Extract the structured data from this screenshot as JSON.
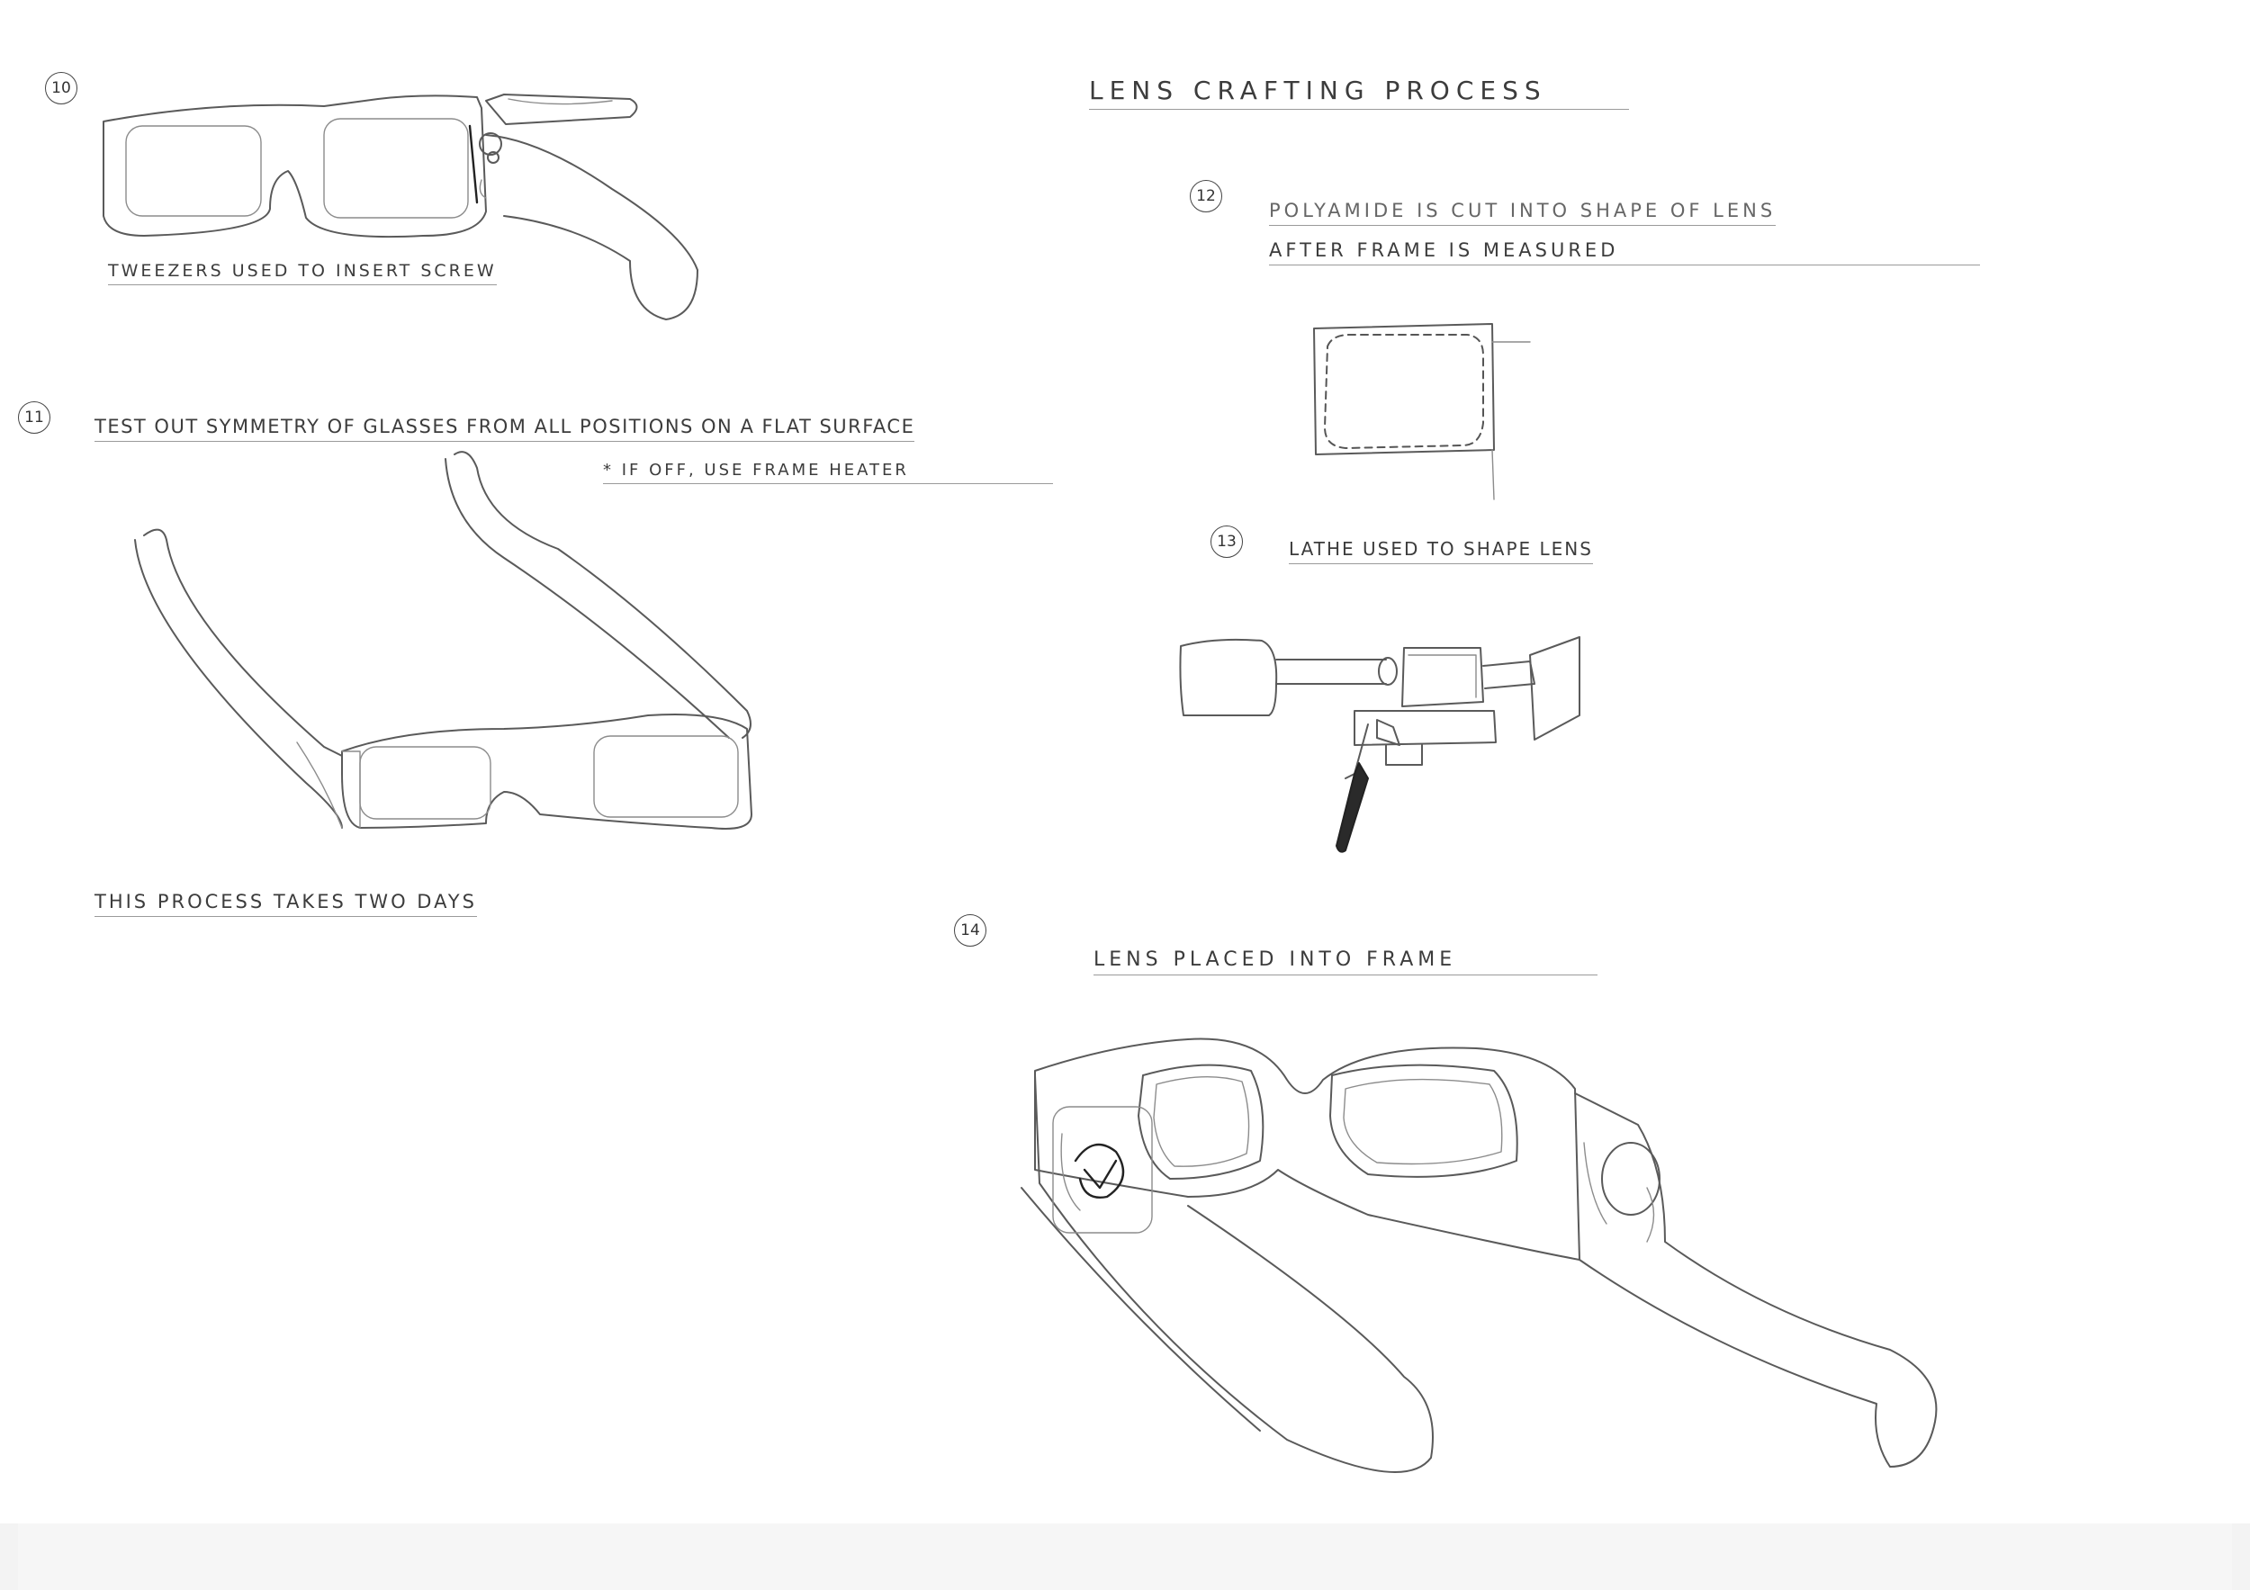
{
  "page": {
    "steps": [
      {
        "number": "10",
        "caption": "TWEEZERS USED TO INSERT SCREW"
      },
      {
        "number": "11",
        "caption": "TEST OUT SYMMETRY OF GLASSES FROM ALL POSITIONS ON A FLAT SURFACE",
        "note": "* IF OFF, USE FRAME HEATER",
        "footer": "THIS PROCESS TAKES TWO DAYS"
      },
      {
        "number": "12",
        "caption_line1": "POLYAMIDE IS CUT INTO SHAPE OF LENS",
        "caption_line2": "AFTER FRAME IS MEASURED"
      },
      {
        "number": "13",
        "caption": "LATHE USED TO SHAPE LENS"
      },
      {
        "number": "14",
        "caption": "LENS PLACED INTO FRAME"
      }
    ],
    "section_title": "LENS CRAFTING PROCESS"
  },
  "drawings": [
    {
      "name": "glasses-front-with-tweezers",
      "depicts": "step 10"
    },
    {
      "name": "glasses-perspective-open",
      "depicts": "step 11"
    },
    {
      "name": "polyamide-lens-blank",
      "depicts": "step 12"
    },
    {
      "name": "lathe-tool",
      "depicts": "step 13"
    },
    {
      "name": "glasses-with-lenses-rear-view",
      "depicts": "step 14"
    }
  ]
}
